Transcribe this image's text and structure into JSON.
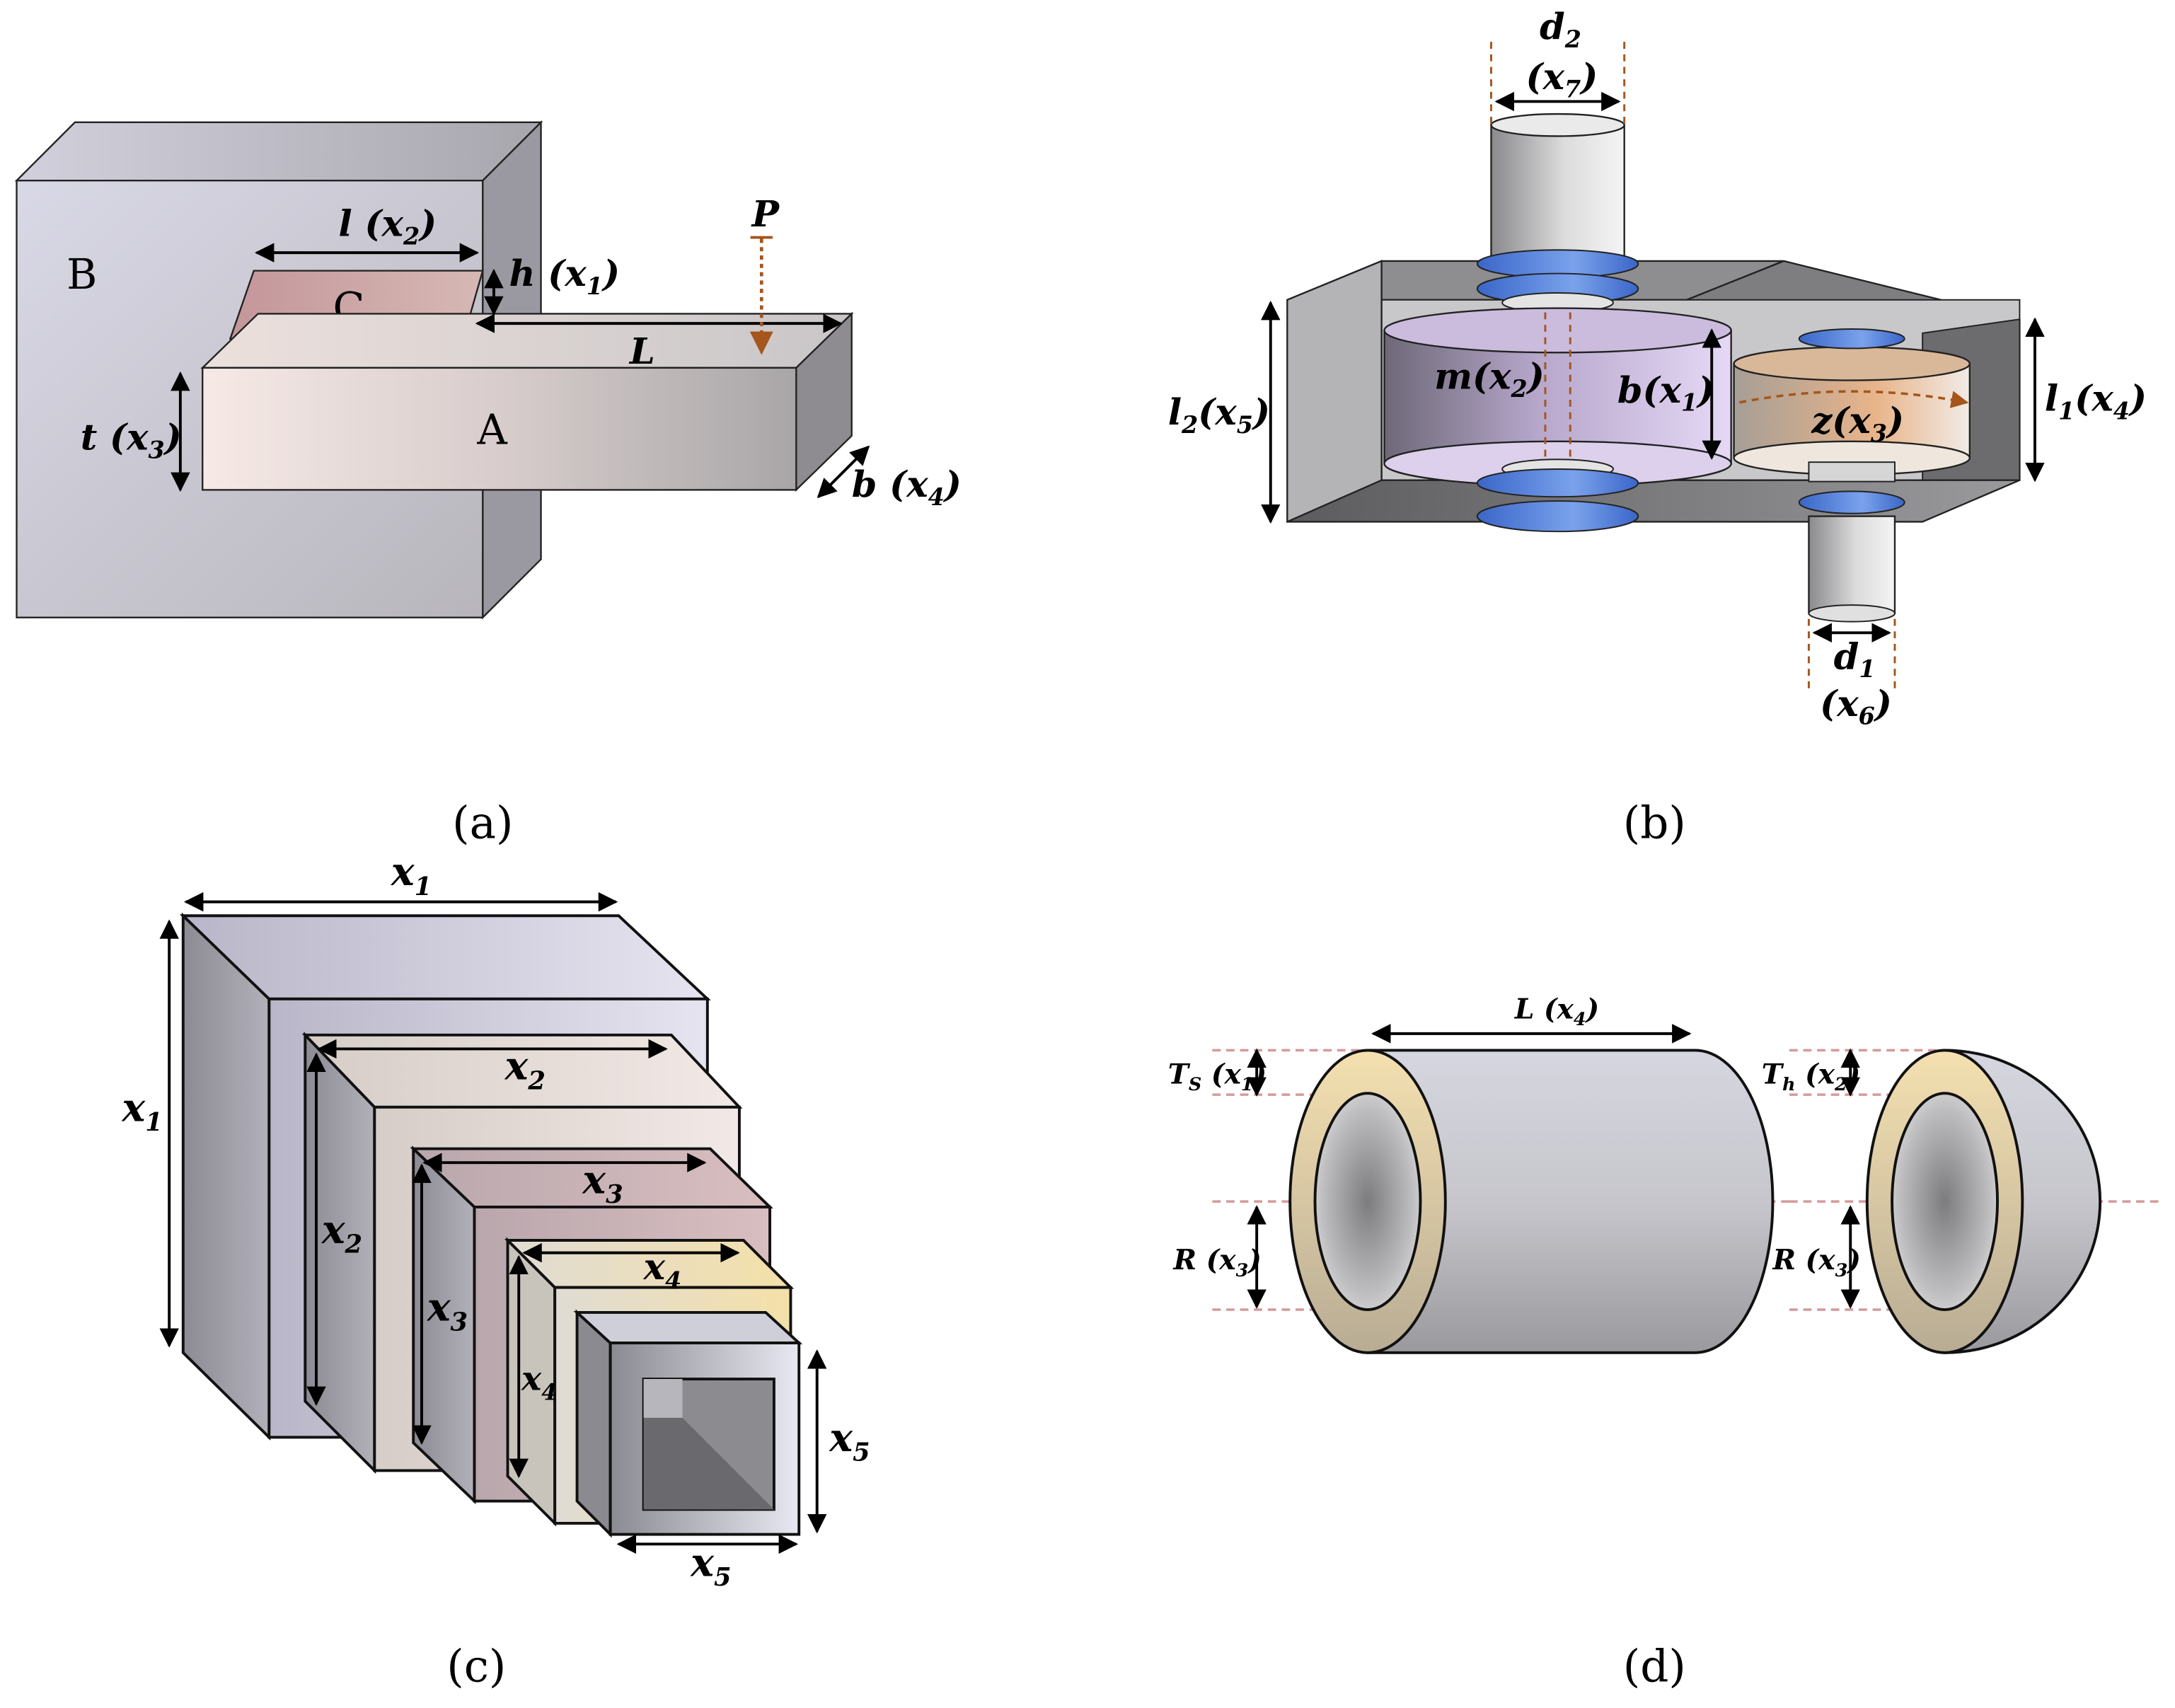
{
  "panels": {
    "a": {
      "caption": "(a)",
      "blocks": {
        "b": "B",
        "c": "C",
        "a": "A"
      },
      "labels": {
        "l": "l",
        "l_var": "(x",
        "l_sub": "2",
        "l_close": ")",
        "h": "h",
        "h_var": "(x",
        "h_sub": "1",
        "h_close": ")",
        "P": "P",
        "L": "L",
        "t": "t",
        "t_var": "(x",
        "t_sub": "3",
        "t_close": ")",
        "b": "b",
        "b_var": "(x",
        "b_sub": "4",
        "b_close": ")"
      }
    },
    "b": {
      "caption": "(b)",
      "labels": {
        "d2": "d",
        "d2_sub": "2",
        "x7": "(x",
        "x7_sub": "7",
        "x7_close": ")",
        "m": "m(x",
        "m_sub": "2",
        "m_close": ")",
        "bw": "b(x",
        "bw_sub": "1",
        "bw_close": ")",
        "z": "z(x",
        "z_sub": "3",
        "z_close": ")",
        "l1": "l",
        "l1_sub": "1",
        "l1_var": "(x",
        "l1_var_sub": "4",
        "l1_close": ")",
        "l2": "l",
        "l2_sub": "2",
        "l2_var": "(x",
        "l2_var_sub": "5",
        "l2_close": ")",
        "d1": "d",
        "d1_sub": "1",
        "x6": "(x",
        "x6_sub": "6",
        "x6_close": ")"
      }
    },
    "c": {
      "caption": "(c)",
      "labels": {
        "x": "x",
        "s1": "1",
        "s2": "2",
        "s3": "3",
        "s4": "4",
        "s5": "5"
      }
    },
    "d": {
      "caption": "(d)",
      "labels": {
        "L": "L (x",
        "L_sub": "4",
        "L_close": ")",
        "Ts": "T",
        "Ts_sub": "S",
        "Ts_var": " (x",
        "Ts_var_sub": "1",
        "Ts_close": ")",
        "Th": "T",
        "Th_sub": "h",
        "Th_var": " (x",
        "Th_var_sub": "2",
        "Th_close": ")",
        "R1": "R (x",
        "R1_sub": "3",
        "R1_close": ")",
        "R2": "R (x",
        "R2_sub": "3",
        "R2_close": ")"
      }
    }
  },
  "colors": {
    "block_grey": "#d8d6de",
    "beam_warm": "#f3e6e2",
    "wedge_rose": "#c79a98",
    "gear_purple": "#c8b6e4",
    "gear_orange": "#e6b48a",
    "washer_blue": "#4d7ad8",
    "frame_grey": "#9c9c9c",
    "ring_yellow": "#f0dca8",
    "dim_brown": "#a4561c",
    "dash_pink": "#d49a9a"
  }
}
